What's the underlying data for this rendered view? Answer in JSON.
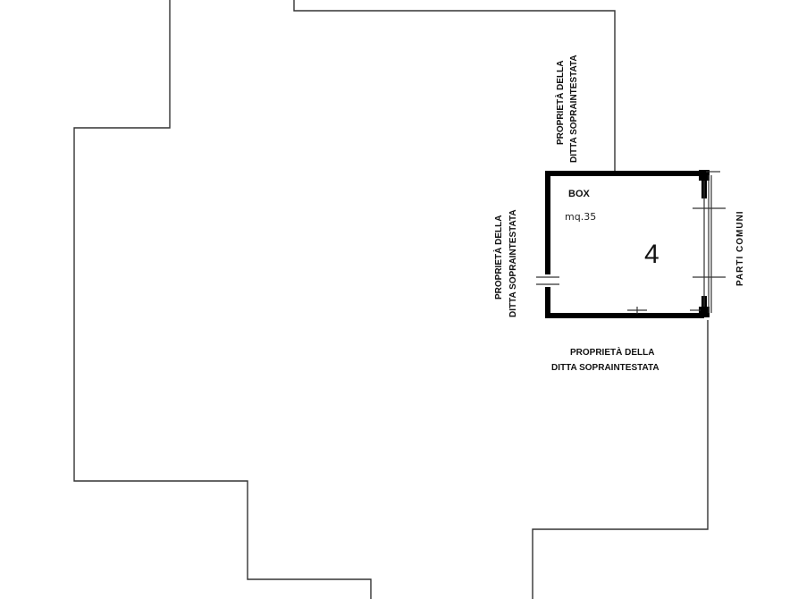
{
  "plan": {
    "box_label": "BOX",
    "box_area": "mq.35",
    "unit_number": "4",
    "labels": {
      "top_line1": "PROPRIETÀ DELLA",
      "top_line2": "DITTA SOPRAINTESTATA",
      "left_line1": "PROPRIETÀ DELLA",
      "left_line2": "DITTA SOPRAINTESTATA",
      "bottom_line1": "PROPRIETÀ DELLA",
      "bottom_line2": "DITTA SOPRAINTESTATA",
      "right": "PARTI COMUNI"
    }
  }
}
